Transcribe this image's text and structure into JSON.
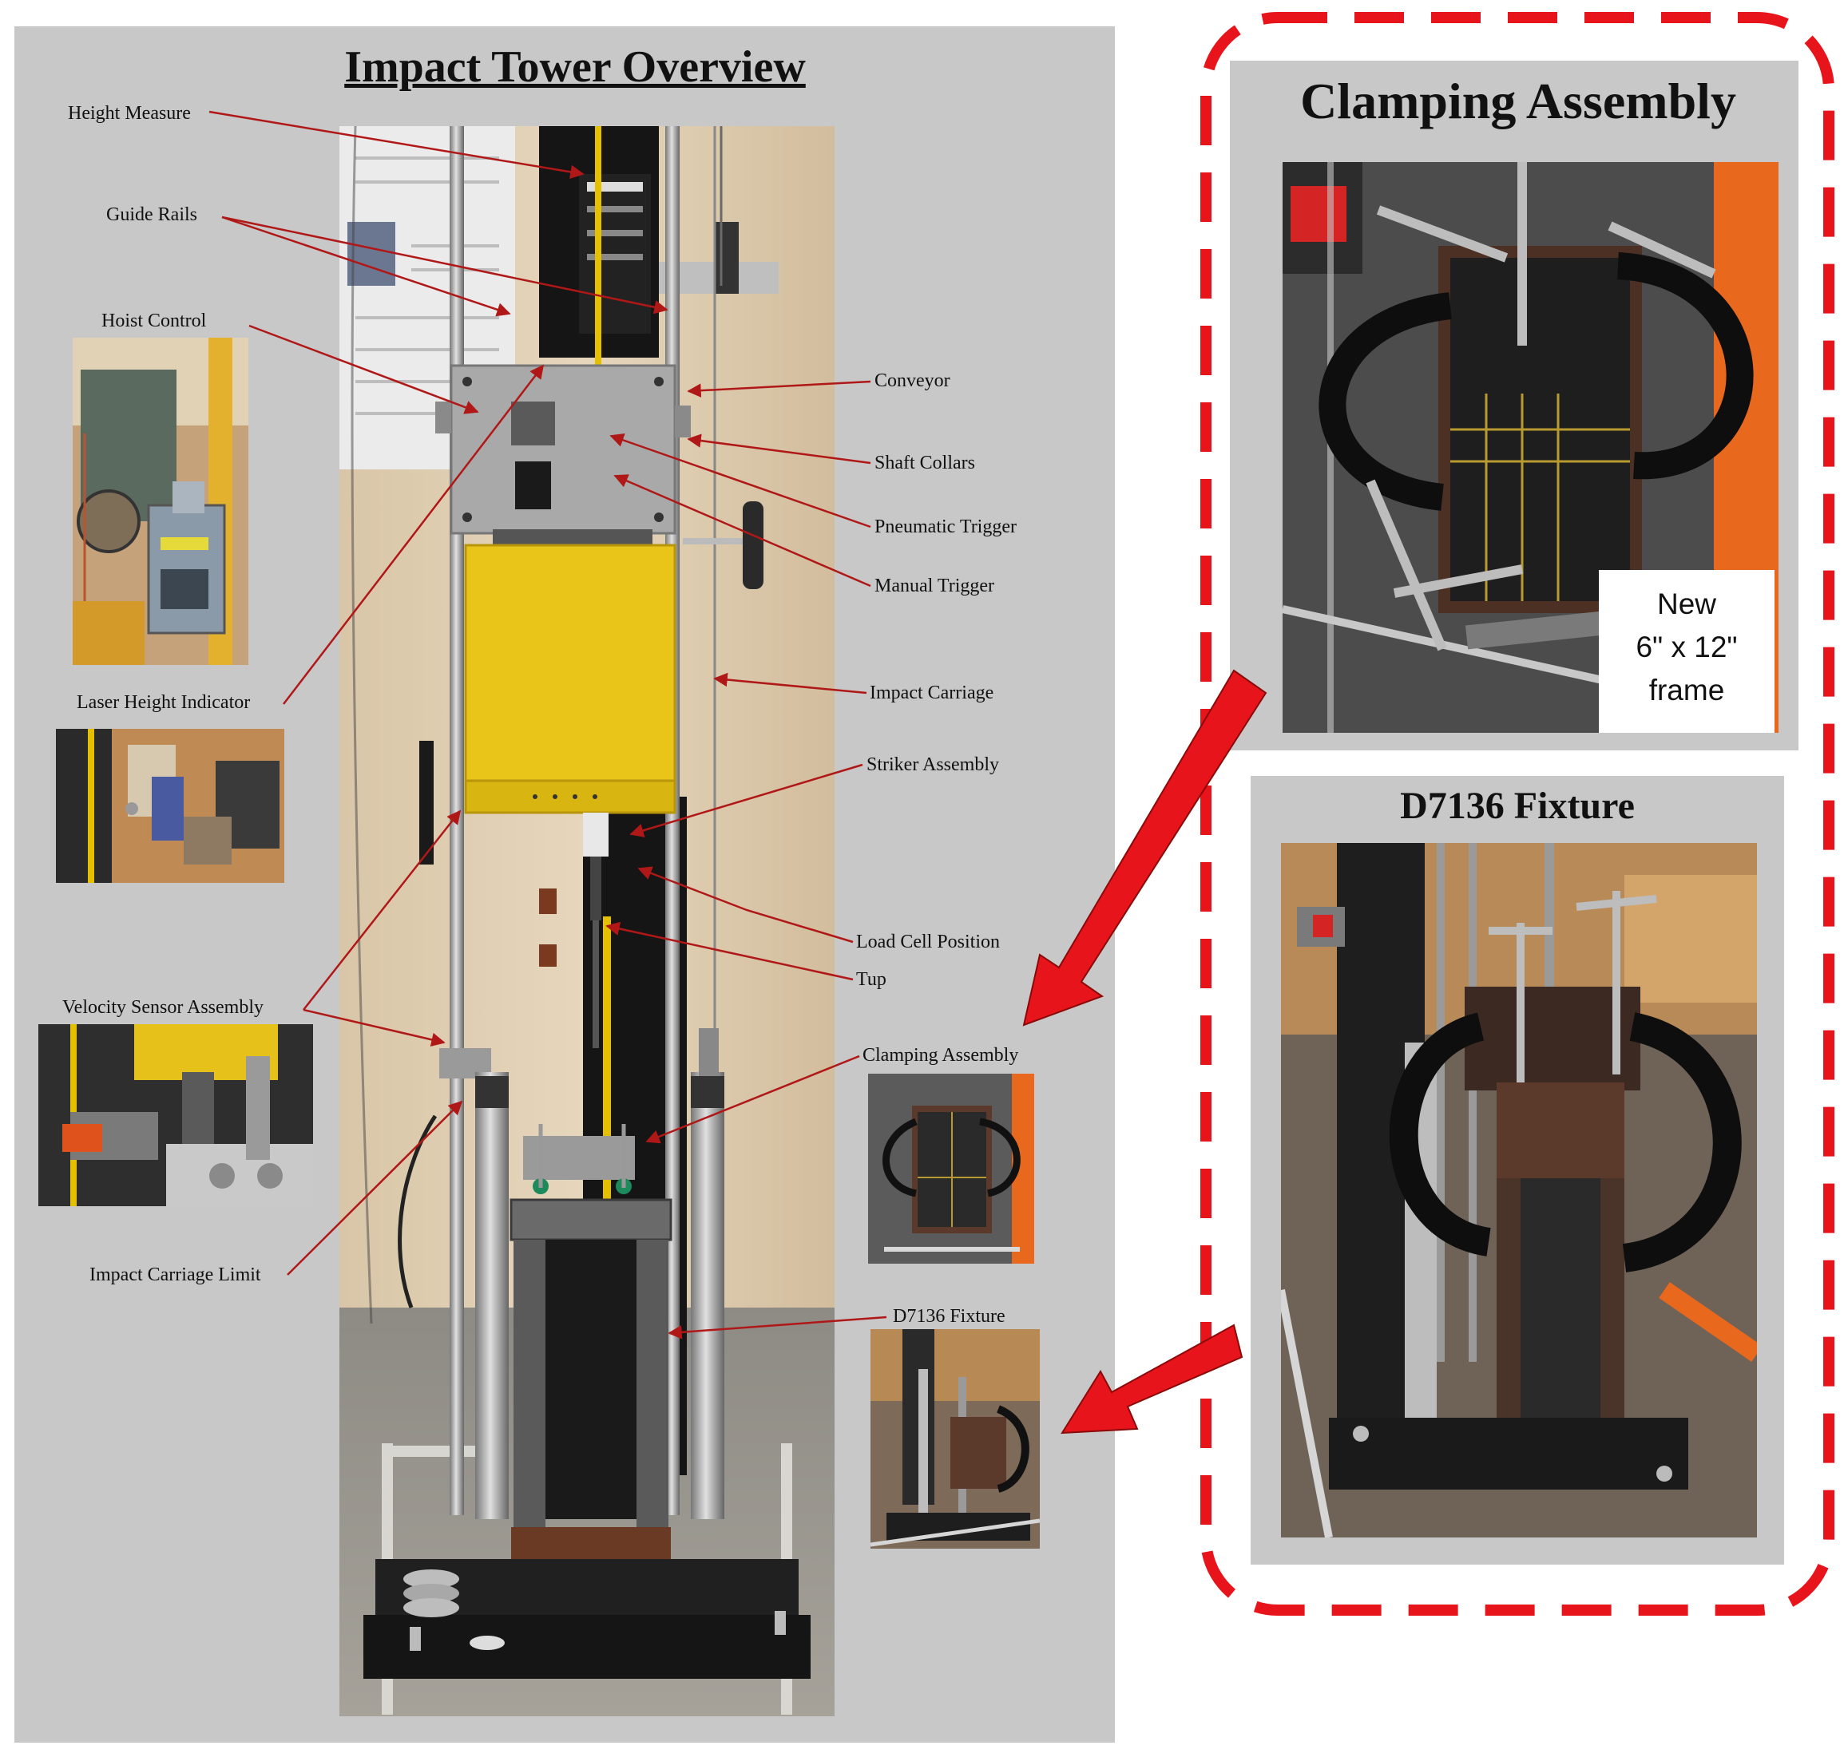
{
  "overview": {
    "title": "Impact Tower Overview",
    "labels": {
      "height_measure": "Height Measure",
      "guide_rails": "Guide Rails",
      "hoist_control": "Hoist Control",
      "laser_height_indicator": "Laser Height Indicator",
      "velocity_sensor_assembly": "Velocity Sensor Assembly",
      "impact_carriage_limit": "Impact Carriage Limit",
      "conveyor": "Conveyor",
      "shaft_collars": "Shaft Collars",
      "pneumatic_trigger": "Pneumatic Trigger",
      "manual_trigger": "Manual Trigger",
      "impact_carriage": "Impact Carriage",
      "striker_assembly": "Striker Assembly",
      "load_cell_position": "Load Cell Position",
      "tup": "Tup",
      "clamping_assembly": "Clamping Assembly",
      "d7136_fixture": "D7136 Fixture"
    }
  },
  "clamping_panel": {
    "title": "Clamping Assembly",
    "note_line1": "New",
    "note_line2": "6\" x 12\"",
    "note_line3": "frame"
  },
  "fixture_panel": {
    "title": "D7136 Fixture"
  },
  "colors": {
    "panel_bg": "#c8c8c8",
    "accent_red": "#e8141b",
    "leader_red": "#b01818"
  }
}
